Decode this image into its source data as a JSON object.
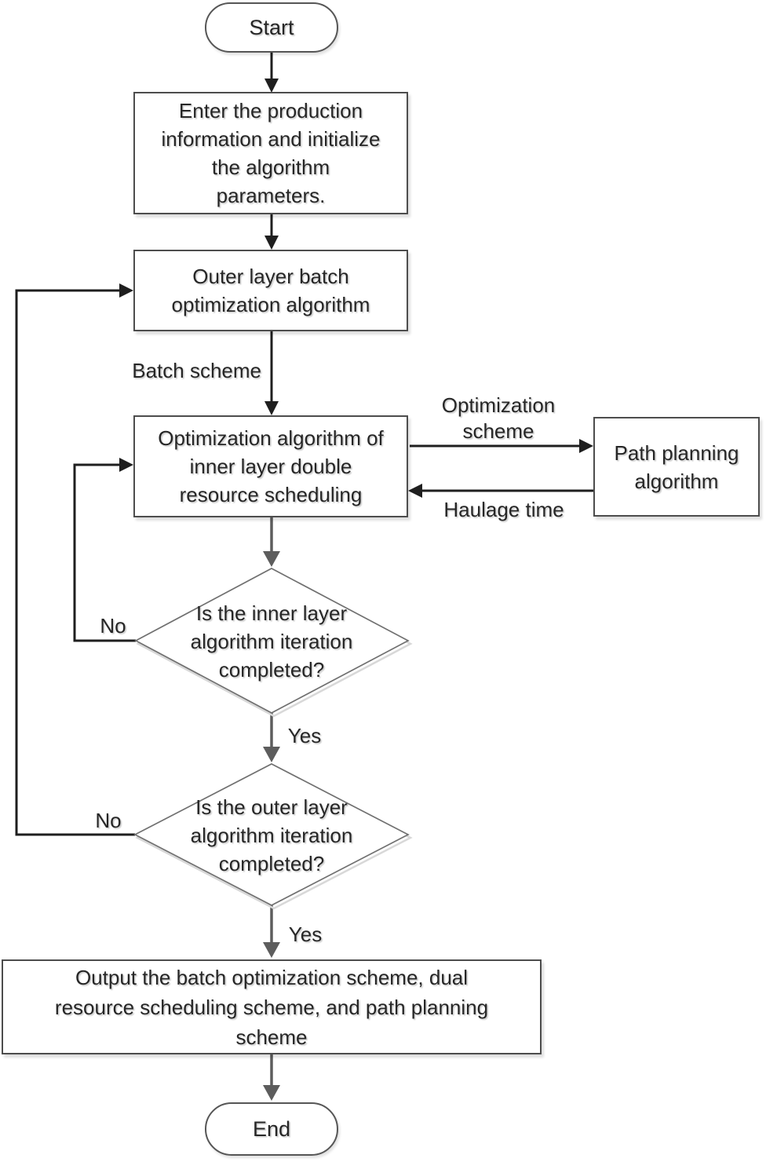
{
  "colors": {
    "line_black": "#1f1f1f",
    "line_gray": "#5d5d5d",
    "box_border": "#4d4d4d",
    "diamond_border": "#707070",
    "terminator_border": "#565656",
    "text_color": "#262626",
    "canvas_bg": "#ffffff"
  },
  "nodes": {
    "start": {
      "label": "Start"
    },
    "enter_info": {
      "lines": [
        "Enter the production",
        "information and initialize",
        "the algorithm",
        "parameters."
      ]
    },
    "outer_layer": {
      "lines": [
        "Outer layer batch",
        "optimization algorithm"
      ]
    },
    "inner_layer": {
      "lines": [
        "Optimization algorithm of",
        "inner layer double",
        "resource scheduling"
      ]
    },
    "path_planning": {
      "lines": [
        "Path planning",
        "algorithm"
      ]
    },
    "inner_decision": {
      "lines": [
        "Is the inner layer",
        "algorithm iteration",
        "completed?"
      ]
    },
    "outer_decision": {
      "lines": [
        "Is the outer layer",
        "algorithm iteration",
        "completed?"
      ]
    },
    "output": {
      "lines": [
        "Output the batch optimization scheme, dual",
        "resource scheduling scheme, and path planning",
        "scheme"
      ]
    },
    "end": {
      "label": "End"
    }
  },
  "edge_labels": {
    "batch_scheme": "Batch scheme",
    "optimization_scheme": [
      "Optimization",
      "scheme"
    ],
    "haulage_time": "Haulage time",
    "inner_no": "No",
    "inner_yes": "Yes",
    "outer_no": "No",
    "outer_yes": "Yes"
  }
}
